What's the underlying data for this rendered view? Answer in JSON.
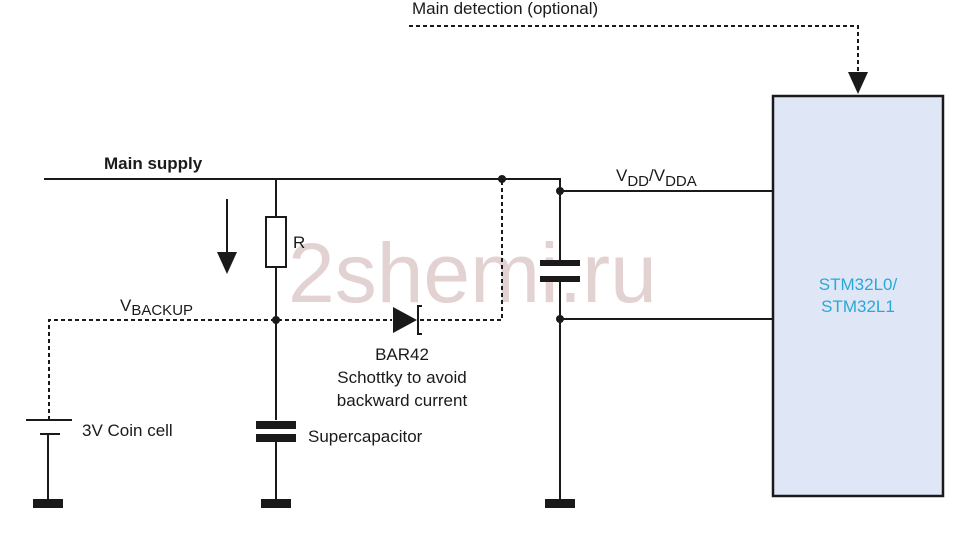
{
  "diagram": {
    "type": "circuit-schematic",
    "labels": {
      "main_detection": "Main detection (optional)",
      "main_supply": "Main supply",
      "resistor": "R",
      "vbackup_main": "V",
      "vbackup_sub": "BACKUP",
      "vdd_main_1": "V",
      "vdd_sub_1": "DD",
      "vdd_sep": "/V",
      "vdd_sub_2": "DDA",
      "diode_part": "BAR42",
      "diode_desc_line1": "Schottky to avoid",
      "diode_desc_line2": "backward current",
      "coin_cell": "3V Coin cell",
      "supercap": "Supercapacitor",
      "chip_line1": "STM32L0/",
      "chip_line2": "STM32L1",
      "watermark": "2shemi.ru"
    },
    "colors": {
      "wire": "#1a1a1a",
      "chip_fill": "#dfe6f5",
      "chip_text": "#2aa8d8",
      "watermark": "#d9c4c4"
    },
    "components": [
      {
        "id": "R",
        "kind": "resistor"
      },
      {
        "id": "BAR42",
        "kind": "schottky-diode"
      },
      {
        "id": "coin-cell",
        "kind": "battery"
      },
      {
        "id": "supercapacitor",
        "kind": "capacitor"
      },
      {
        "id": "decoupling-cap",
        "kind": "capacitor"
      },
      {
        "id": "mcu",
        "kind": "ic"
      }
    ]
  }
}
